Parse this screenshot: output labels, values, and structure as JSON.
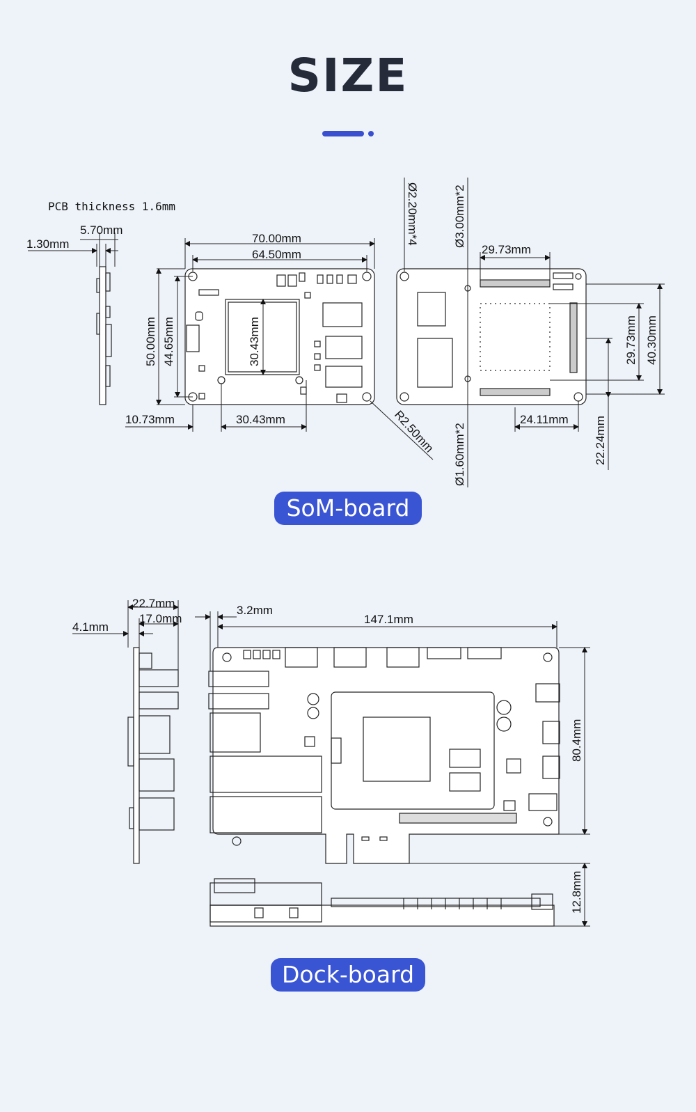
{
  "header": {
    "title": "SIZE"
  },
  "som": {
    "label": "SoM-board",
    "pcb_thickness": "PCB thickness 1.6mm",
    "dims": {
      "side_width": "5.70mm",
      "side_thickness": "1.30mm",
      "width_total": "70.00mm",
      "width_holes": "64.50mm",
      "height_total": "50.00mm",
      "height_holes": "44.65mm",
      "chip_height": "30.43mm",
      "offset_x": "10.73mm",
      "chip_width": "30.43mm",
      "corner_radius": "R2.50mm",
      "hole_small": "Ø2.20mm*4",
      "hole_mid": "Ø3.00mm*2",
      "hole_tiny": "Ø1.60mm*2",
      "connector_span": "29.73mm",
      "connector_height": "29.73mm",
      "back_height": "40.30mm",
      "back_offset_x": "24.11mm",
      "back_offset_y": "22.24mm"
    }
  },
  "dock": {
    "label": "Dock-board",
    "dims": {
      "side_total": "22.7mm",
      "side_inner": "17.0mm",
      "side_edge": "4.1mm",
      "port_offset": "3.2mm",
      "length": "147.1mm",
      "height": "80.4mm",
      "thickness": "12.8mm"
    }
  }
}
